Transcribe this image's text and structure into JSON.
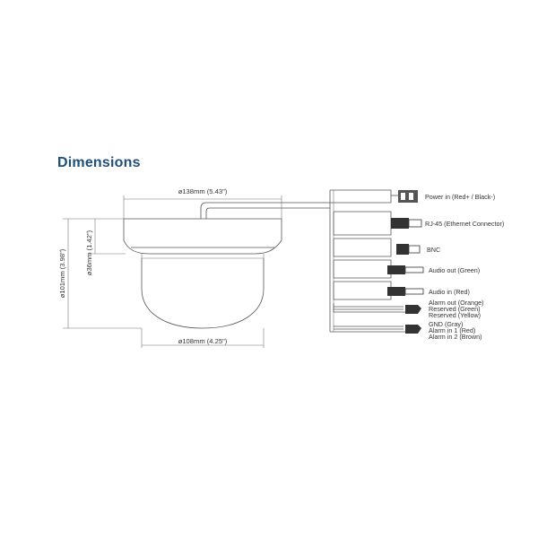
{
  "title": "Dimensions",
  "colors": {
    "title": "#1f4e79",
    "line": "#555555",
    "text": "#333333"
  },
  "dimensions": {
    "top_diameter": "ø138mm (5.43\")",
    "bottom_diameter": "ø108mm (4.25\")",
    "total_height": "ø101mm (3.98\")",
    "base_height": "ø36mm (1.42\")"
  },
  "connectors": [
    {
      "type": "power",
      "label": "Power in (Red+ / Black-)"
    },
    {
      "type": "rj45",
      "label": "RJ-45 (Ethernet Connector)"
    },
    {
      "type": "bnc",
      "label": "BNC"
    },
    {
      "type": "audio",
      "label": "Audio out (Green)"
    },
    {
      "type": "audio",
      "label": "Audio in (Red)"
    },
    {
      "type": "terminal",
      "lines": [
        "Alarm out (Orange)",
        "Reserved (Green)",
        "Reserved (Yellow)"
      ]
    },
    {
      "type": "terminal",
      "lines": [
        "GND (Gray)",
        "Alarm in 1 (Red)",
        "Alarm in 2 (Brown)"
      ]
    }
  ]
}
